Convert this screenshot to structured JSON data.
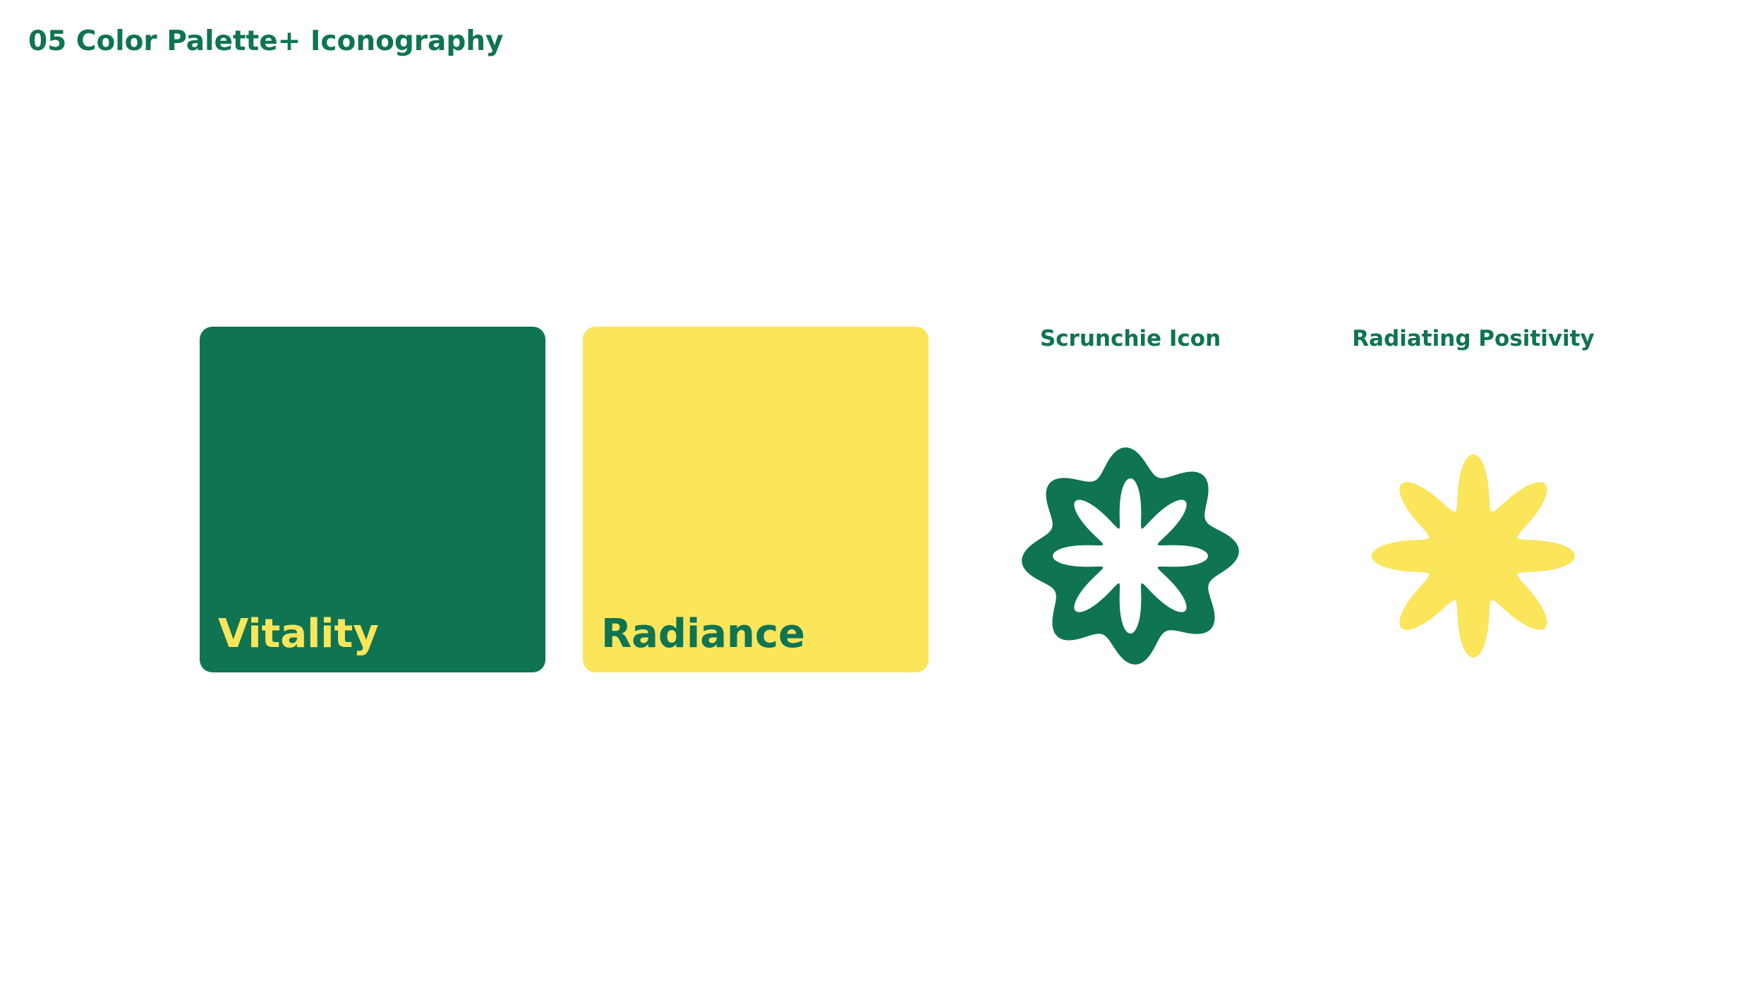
{
  "page": {
    "title": "05 Color Palette+ Iconography"
  },
  "palette": [
    {
      "name": "Vitality",
      "color": "#0E7452",
      "text_color": "#FAE55B"
    },
    {
      "name": "Radiance",
      "color": "#FAE55B",
      "text_color": "#0E7452"
    }
  ],
  "icons": [
    {
      "label": "Scrunchie Icon",
      "icon": "scrunchie-icon",
      "color": "#0E7452"
    },
    {
      "label": "Radiating Positivity",
      "icon": "sun-burst-icon",
      "color": "#FAE55B"
    }
  ],
  "colors": {
    "background": "#FFFFFF",
    "heading": "#0E7452"
  }
}
